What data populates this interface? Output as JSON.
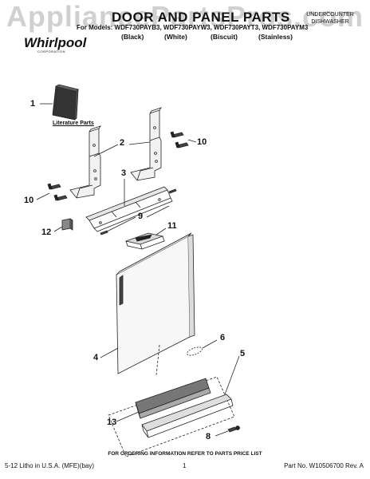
{
  "header": {
    "watermark": "AppliancePartsPros.com",
    "title": "DOOR AND PANEL PARTS",
    "type_line1": "UNDERCOUNTER",
    "type_line2": "DISHWASHER",
    "models_line": "For Models: WDF730PAYB3, WDF730PAYW3, WDF730PAYT3, WDF730PAYM3",
    "colors": [
      "(Black)",
      "(White)",
      "(Biscuit)",
      "(Stainless)"
    ],
    "brand": "Whirlpool",
    "brand_sub": "CORPORATION"
  },
  "diagram": {
    "literature_label": "Literature Parts",
    "callouts": [
      "1",
      "2",
      "3",
      "4",
      "5",
      "6",
      "8",
      "9",
      "10",
      "10",
      "11",
      "12",
      "13"
    ]
  },
  "footer": {
    "ordering_note": "FOR ORDERING INFORMATION REFER TO PARTS PRICE LIST",
    "litho": "5-12 Litho in U.S.A. (MFE)(bay)",
    "page": "1",
    "part_no": "Part No. W10506700 Rev. A"
  }
}
